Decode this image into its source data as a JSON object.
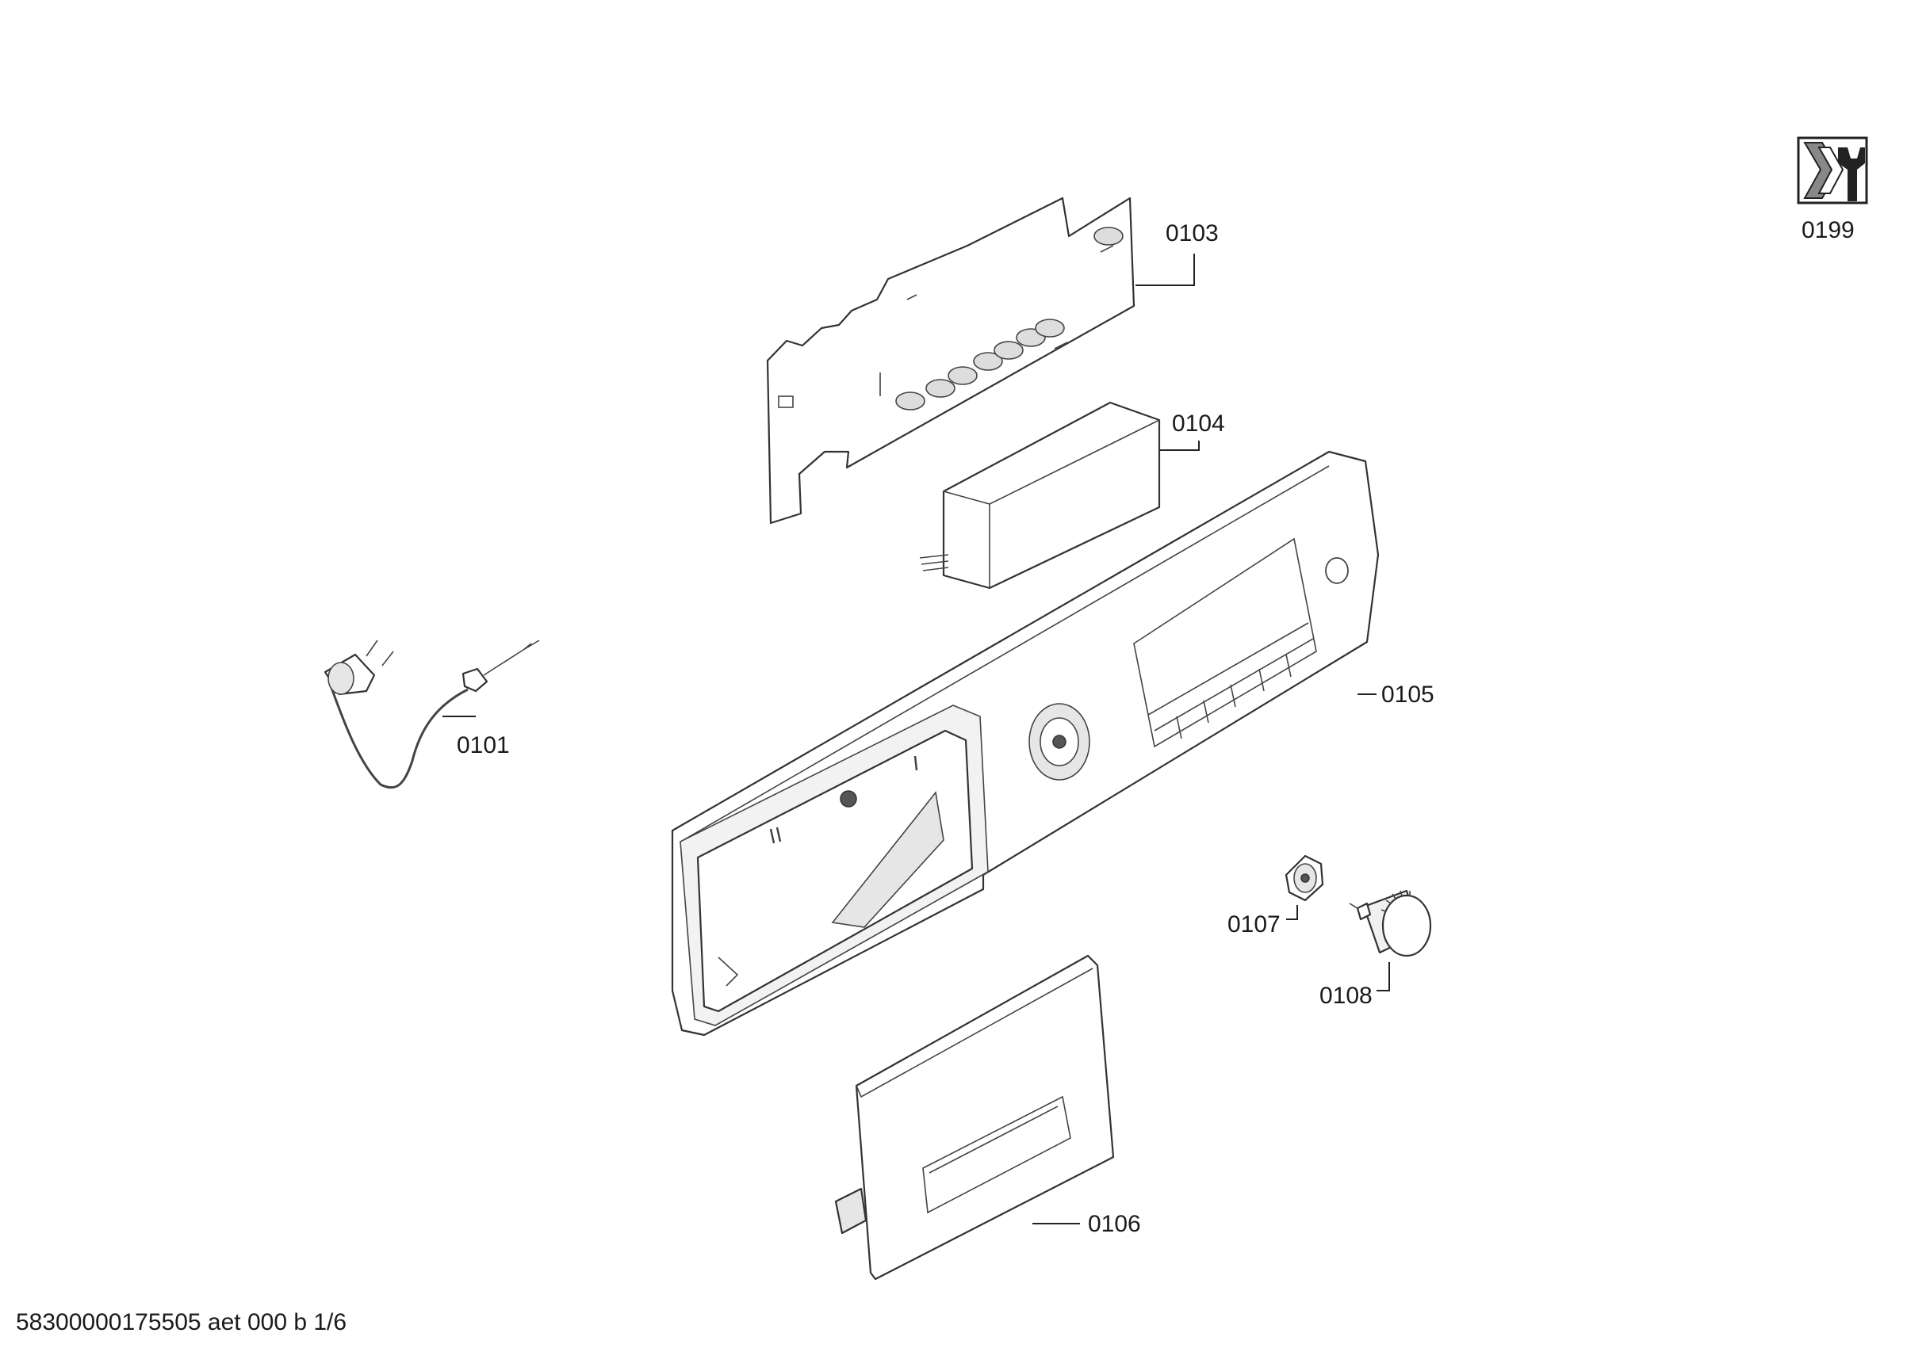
{
  "diagram": {
    "callouts": [
      {
        "id": "0101",
        "label": "0101"
      },
      {
        "id": "0103",
        "label": "0103"
      },
      {
        "id": "0104",
        "label": "0104"
      },
      {
        "id": "0105",
        "label": "0105"
      },
      {
        "id": "0106",
        "label": "0106"
      },
      {
        "id": "0107",
        "label": "0107"
      },
      {
        "id": "0108",
        "label": "0108"
      },
      {
        "id": "0199",
        "label": "0199"
      }
    ]
  },
  "footer": {
    "document_ref": "58300000175505 aet 000 b 1/6"
  }
}
